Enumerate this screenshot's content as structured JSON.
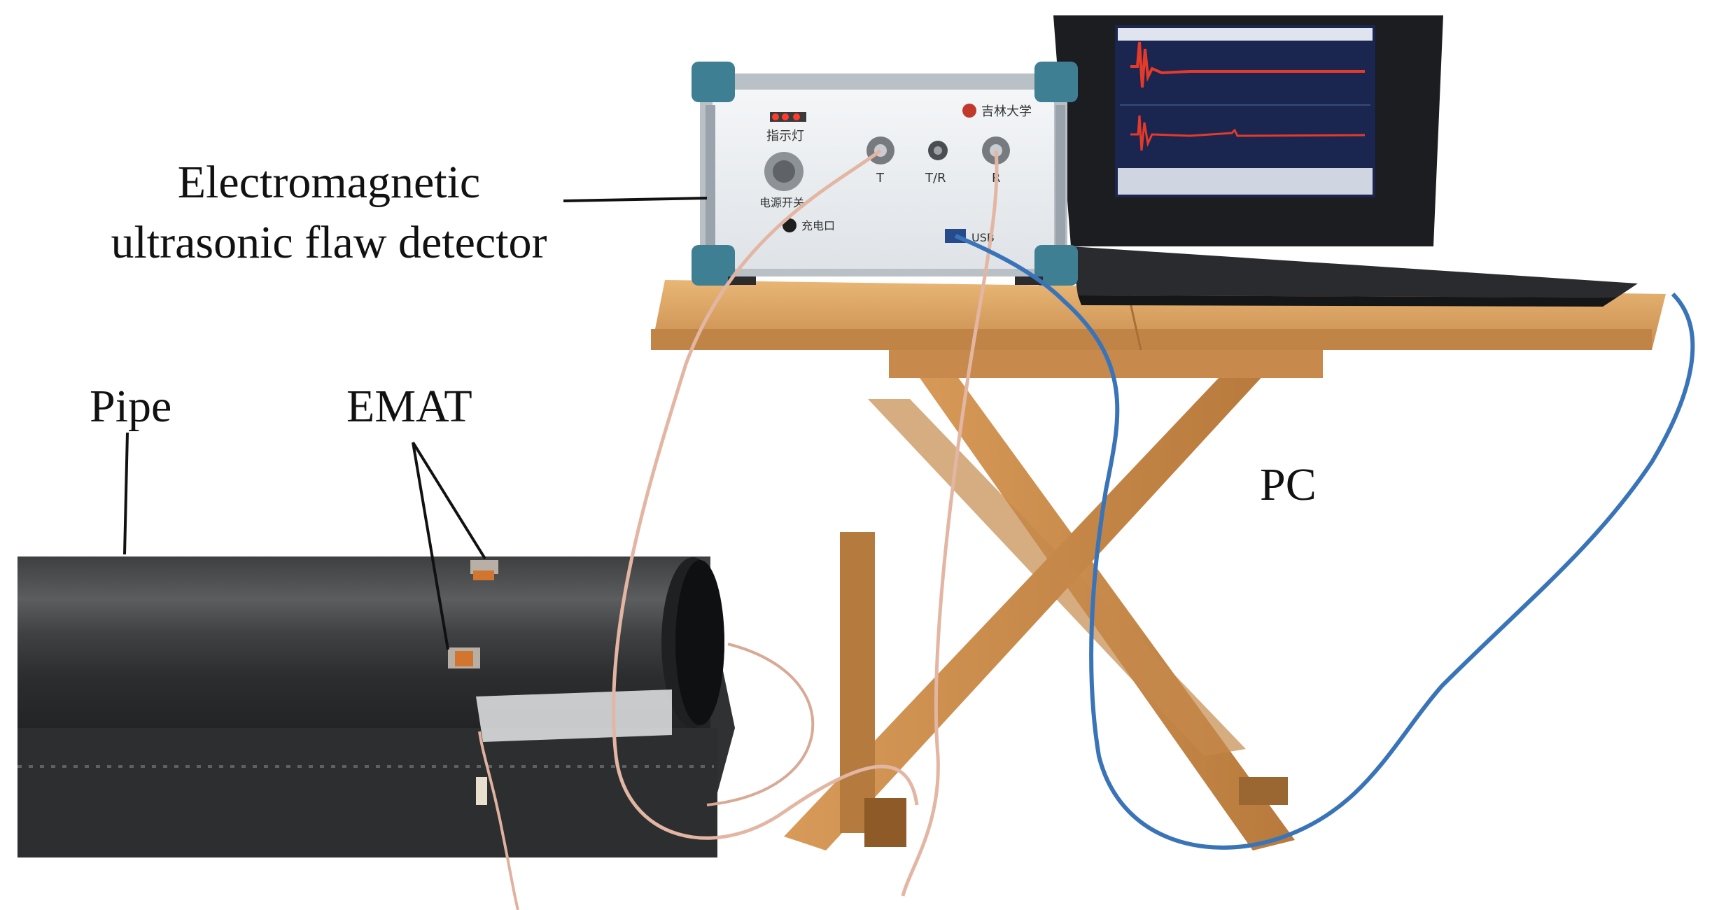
{
  "labels": {
    "detector_line1": "Electromagnetic",
    "detector_line2": "ultrasonic flaw detector",
    "pipe": "Pipe",
    "emat": "EMAT",
    "pc": "PC"
  },
  "device_panel": {
    "indicator": "指示灯",
    "power_switch": "电源开关",
    "charge_port": "充电口",
    "port_t": "T",
    "port_tr": "T/R",
    "port_r": "R",
    "port_usb": "USB",
    "brand": "吉林大学"
  },
  "colors": {
    "pipe": "#4a4c4e",
    "wood": "#d9a060",
    "device_frame": "#3f7f94",
    "cable_rf": "#e3b6a4",
    "cable_usb": "#3a74b8",
    "signal": "#e53a2a",
    "screen_bg": "#1a2550"
  }
}
